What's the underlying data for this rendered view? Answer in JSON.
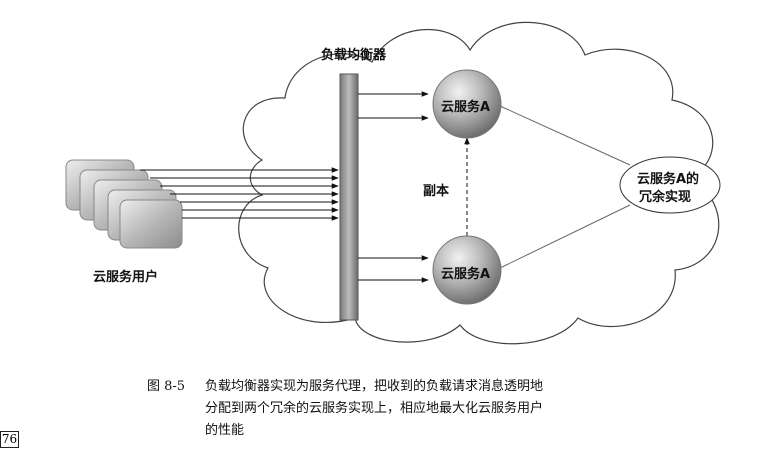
{
  "labels": {
    "load_balancer": "负载均衡器",
    "service_top": "云服务A",
    "service_bottom": "云服务A",
    "replica": "副本",
    "redundant_line1": "云服务A的",
    "redundant_line2": "冗余实现",
    "users": "云服务用户"
  },
  "caption": {
    "number": "图 8-5",
    "line1": "负载均衡器实现为服务代理，把收到的负载请求消息透明地",
    "line2": "分配到两个冗余的云服务实现上，相应地最大化云服务用户",
    "line3": "的性能"
  },
  "page_number": "76"
}
